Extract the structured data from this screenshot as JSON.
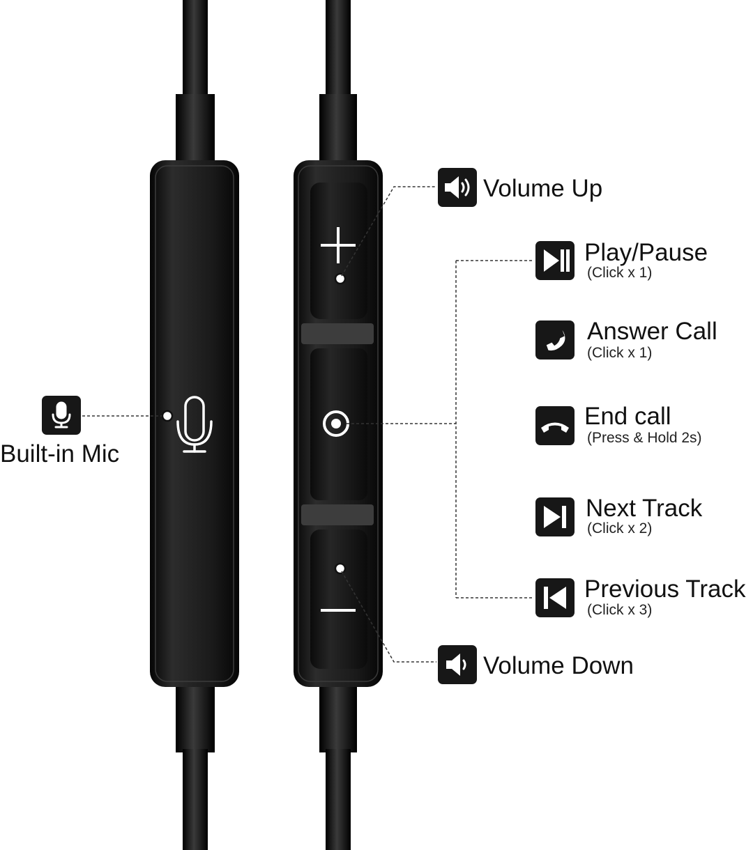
{
  "colors": {
    "background": "#ffffff",
    "device": "#141414",
    "icon_bg": "#171717",
    "text": "#111111"
  },
  "mic_label": "Built-in Mic",
  "controls": [
    {
      "icon": "volume-up-icon",
      "label": "Volume Up",
      "sub": ""
    },
    {
      "icon": "play-pause-icon",
      "label": "Play/Pause",
      "sub": "(Click x 1)"
    },
    {
      "icon": "phone-answer-icon",
      "label": "Answer Call",
      "sub": "(Click x 1)"
    },
    {
      "icon": "phone-end-icon",
      "label": "End call",
      "sub": "(Press & Hold 2s)"
    },
    {
      "icon": "next-track-icon",
      "label": "Next Track",
      "sub": "(Click x 2)"
    },
    {
      "icon": "previous-track-icon",
      "label": "Previous Track",
      "sub": "(Click x 3)"
    },
    {
      "icon": "volume-down-icon",
      "label": "Volume Down",
      "sub": ""
    }
  ]
}
